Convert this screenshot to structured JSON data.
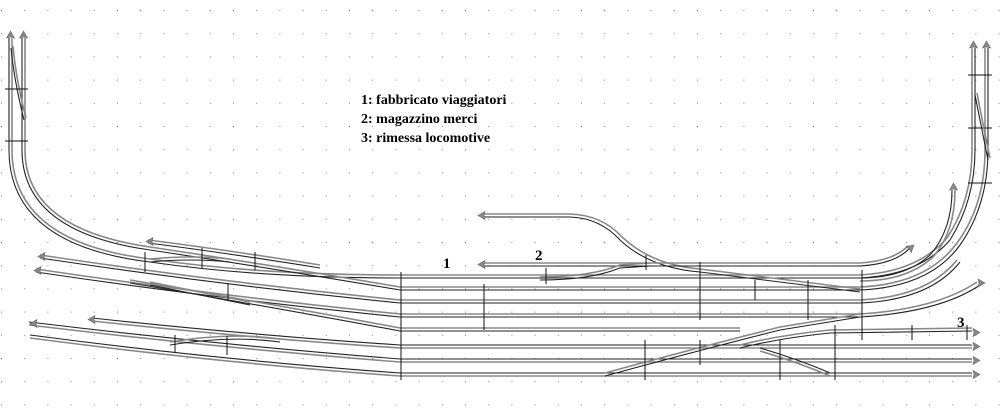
{
  "legend": {
    "items": [
      {
        "number": "1",
        "text": "1: fabbricato viaggiatori"
      },
      {
        "number": "2",
        "text": "2: magazzino merci"
      },
      {
        "number": "3",
        "text": "3: rimessa locomotive"
      }
    ]
  },
  "markers": {
    "m1": "1",
    "m2": "2",
    "m3": "3"
  },
  "canvas": {
    "background": "#ffffff",
    "grid_color": "#808080",
    "grid_spacing": 23,
    "rail_dark": "#222222",
    "rail_light": "#888888"
  }
}
